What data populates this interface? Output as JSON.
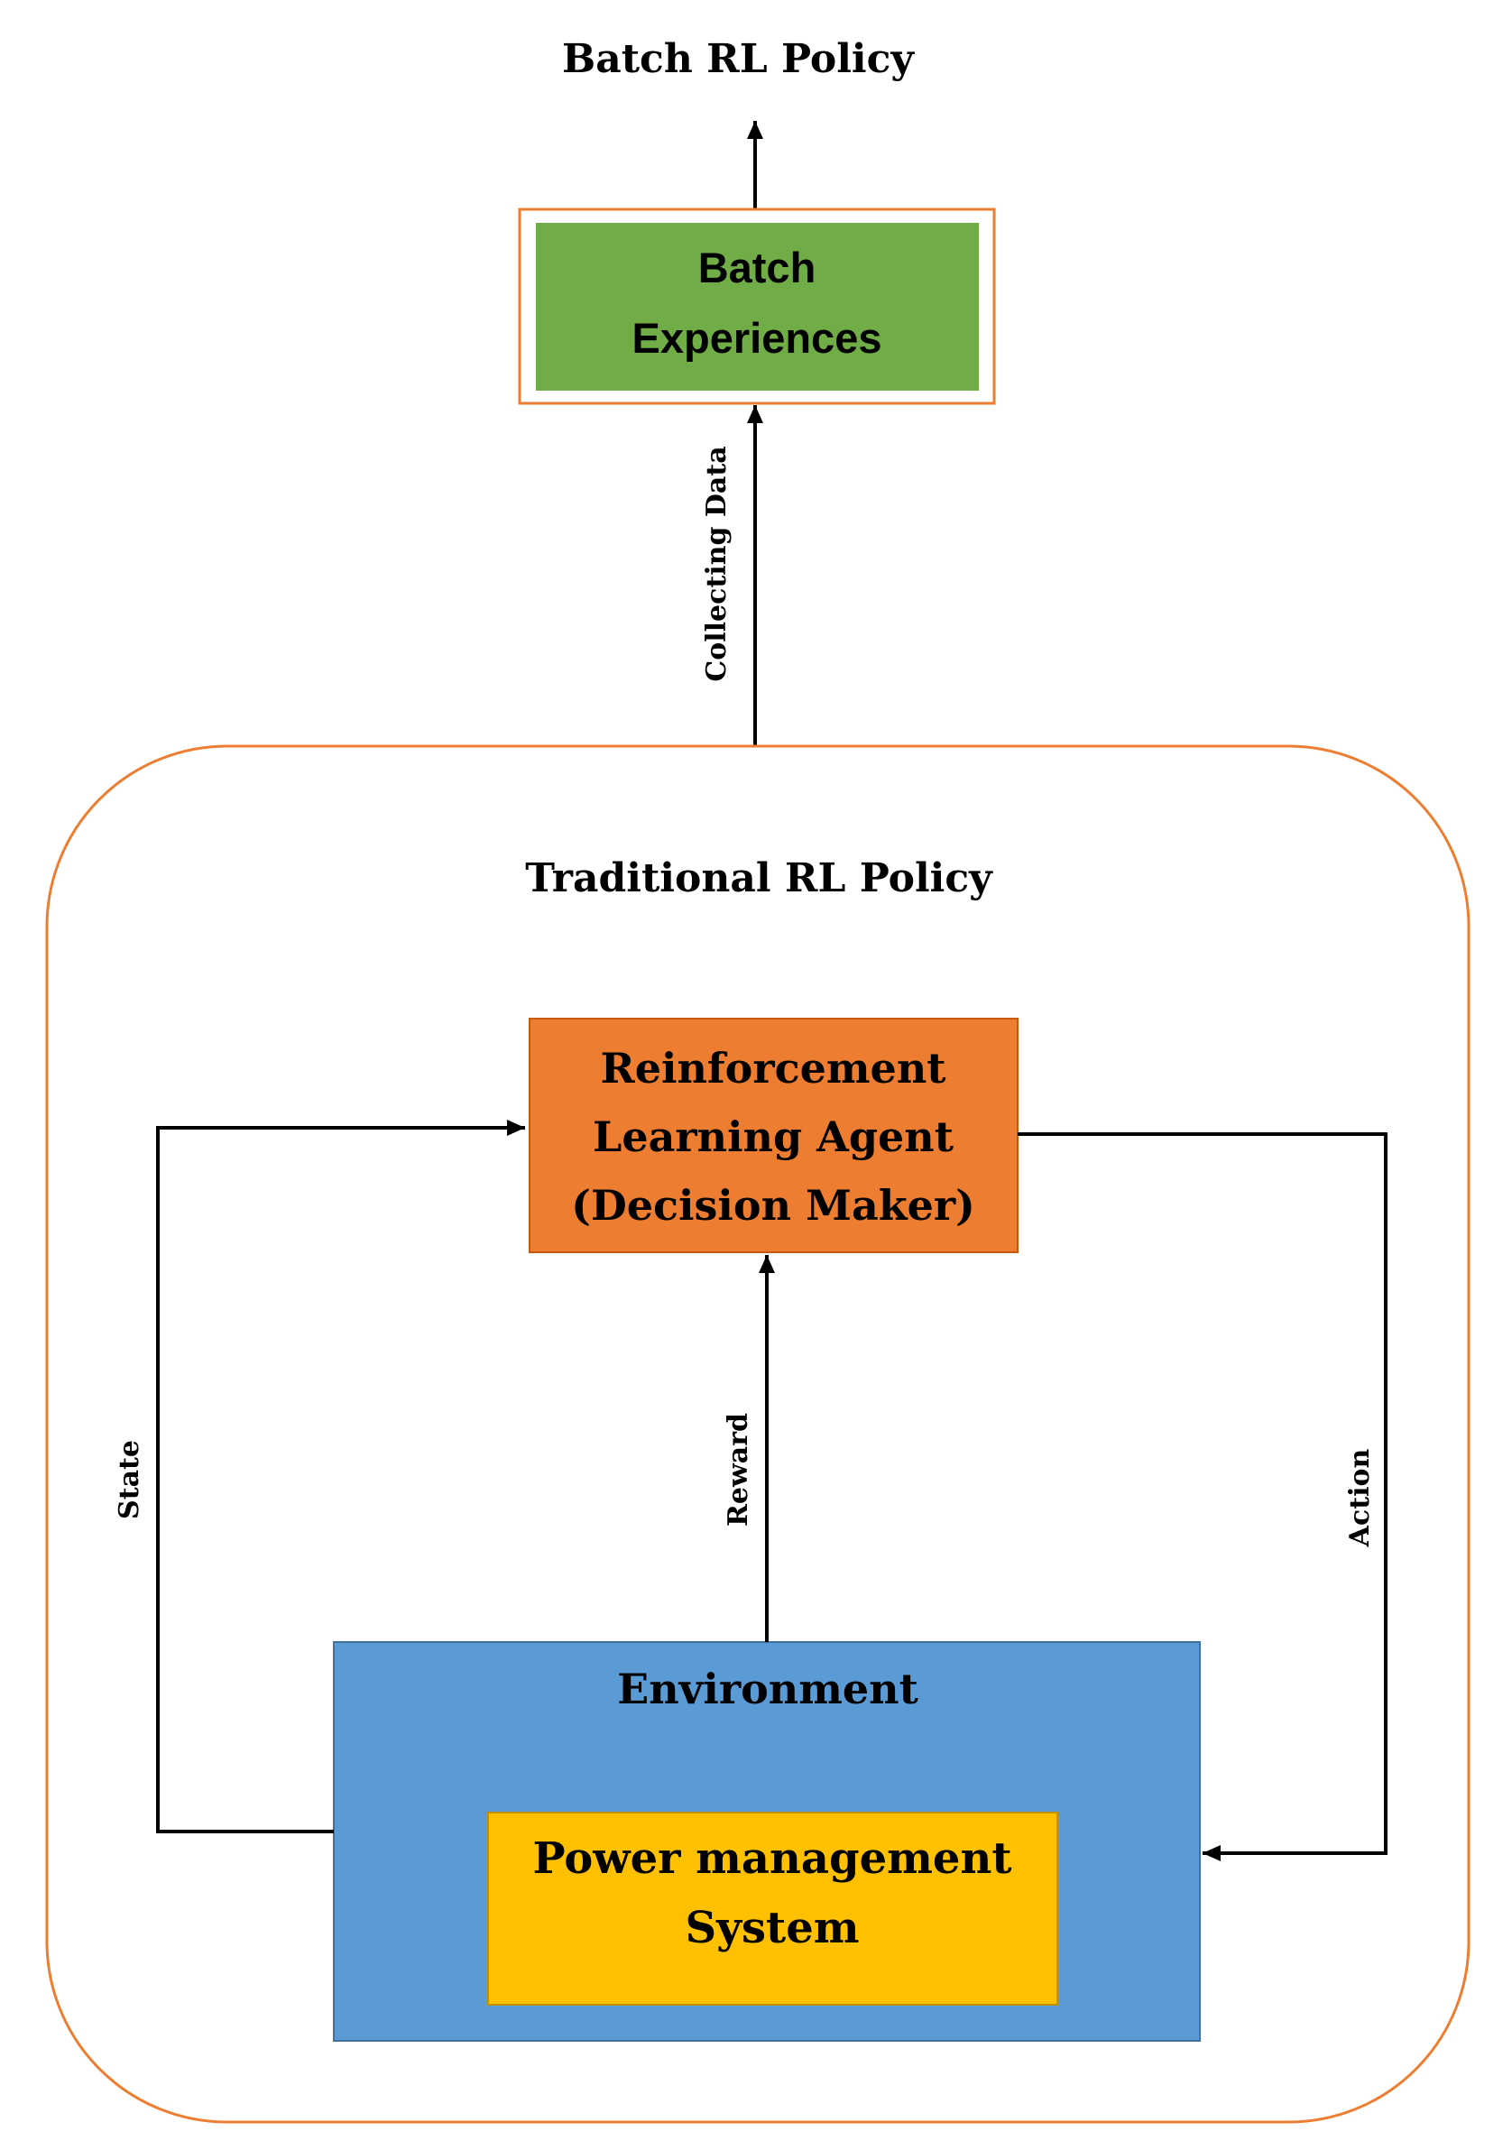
{
  "diagram": {
    "top_title": "Batch RL Policy",
    "batch_box": {
      "line1": "Batch",
      "line2": "Experiences"
    },
    "collecting_label": "Collecting Data",
    "traditional_title": "Traditional RL Policy",
    "agent_box": {
      "line1": "Reinforcement",
      "line2": "Learning Agent",
      "line3": "(Decision Maker)"
    },
    "environment_label": "Environment",
    "power_box": {
      "line1": "Power management",
      "line2": "System"
    },
    "state_label": "State",
    "reward_label": "Reward",
    "action_label": "Action"
  },
  "colors": {
    "batch_fill": "#70AD47",
    "outline_orange": "#ED7D31",
    "agent_fill": "#ED7D31",
    "environment_fill": "#5B9BD5",
    "power_fill": "#FFC000",
    "arrow": "#000000"
  }
}
